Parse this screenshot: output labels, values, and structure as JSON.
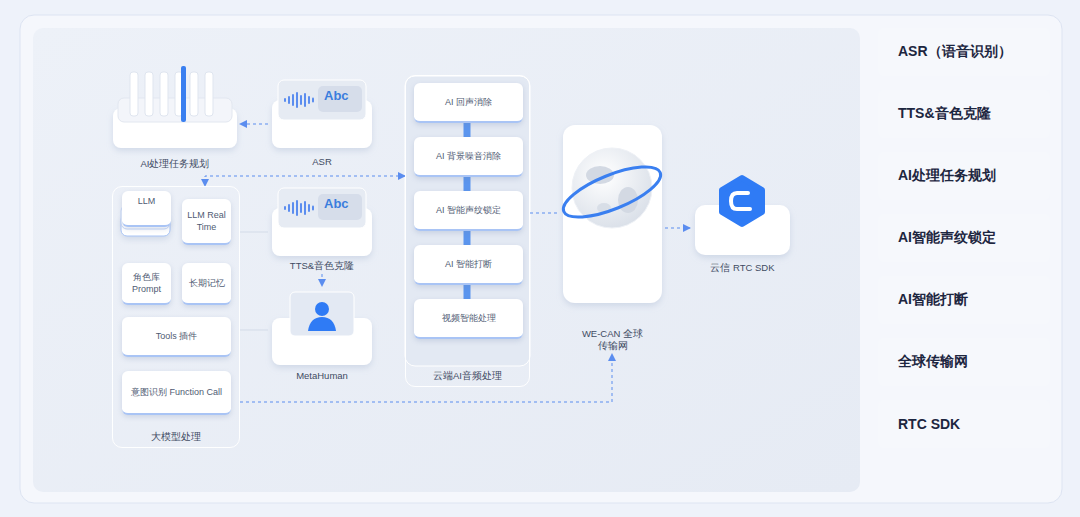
{
  "diagram": {
    "nodes": [
      {
        "text": [
          "AI处理任务规划"
        ]
      },
      {
        "text": [
          "Abc",
          "ASR"
        ]
      },
      {
        "text": [
          "大模型处理"
        ]
      },
      {
        "text": [
          "LLM"
        ],
        "in": 2
      },
      {
        "text": [
          "LLM Real Time"
        ],
        "in": 2
      },
      {
        "text": [
          "角色库 Prompt"
        ],
        "in": 2
      },
      {
        "text": [
          "长期记忆"
        ],
        "in": 2
      },
      {
        "text": [
          "Tools 插件"
        ],
        "in": 2
      },
      {
        "text": [
          "意图识别 Function Call"
        ],
        "in": 2
      },
      {
        "text": [
          "Abc",
          "TTS&音色克隆"
        ]
      },
      {
        "text": [
          "MetaHuman"
        ]
      },
      {
        "text": [
          "云端AI音频处理"
        ]
      },
      {
        "text": [
          "AI 回声消除"
        ],
        "in": 11
      },
      {
        "text": [
          "AI 背景噪音消除"
        ],
        "in": 11
      },
      {
        "text": [
          "AI 智能声纹锁定"
        ],
        "in": 11
      },
      {
        "text": [
          "AI 智能打断"
        ],
        "in": 11
      },
      {
        "text": [
          "视频智能处理"
        ],
        "in": 11
      },
      {
        "text": [
          "WE-CAN 全球传输网"
        ]
      },
      {
        "text": [
          "云信 RTC SDK"
        ]
      },
      {
        "text": [
          "ASR（语音识别）"
        ]
      },
      {
        "text": [
          "TTS&音色克隆"
        ]
      },
      {
        "text": [
          "AI处理任务规划"
        ]
      },
      {
        "text": [
          "AI智能声纹锁定"
        ]
      },
      {
        "text": [
          "AI智能打断"
        ]
      },
      {
        "text": [
          "全球传输网"
        ]
      },
      {
        "text": [
          "RTC SDK"
        ]
      }
    ],
    "edges": [
      {
        "from": 1,
        "to": 0,
        "arrow": "to"
      },
      {
        "from": 11,
        "to": 2,
        "arrow": "both"
      },
      {
        "from": 9,
        "to": 10,
        "arrow": "to"
      },
      {
        "from": 2,
        "to": 17,
        "arrow": "to"
      },
      {
        "from": 11,
        "to": 17,
        "arrow": "none"
      },
      {
        "from": 17,
        "to": 18,
        "arrow": "to"
      },
      {
        "from": 2,
        "to": 9,
        "arrow": "none"
      },
      {
        "from": 2,
        "to": 10,
        "arrow": "none"
      },
      {
        "from": 12,
        "to": 13,
        "arrow": "none"
      },
      {
        "from": 13,
        "to": 14,
        "arrow": "none"
      },
      {
        "from": 14,
        "to": 15,
        "arrow": "none"
      },
      {
        "from": 15,
        "to": 16,
        "arrow": "none"
      }
    ]
  }
}
